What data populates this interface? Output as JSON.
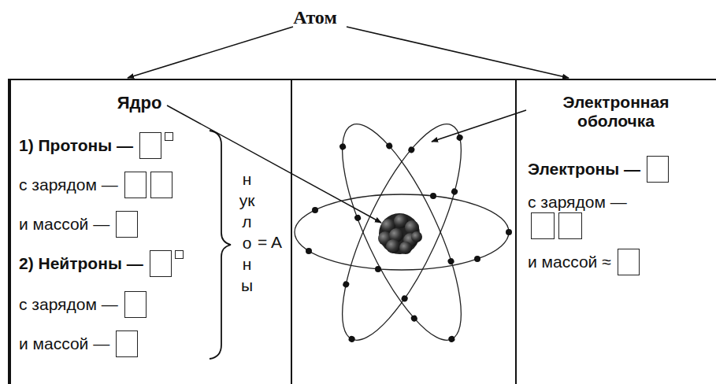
{
  "diagram": {
    "title": "Атом",
    "nodes": [
      {
        "text": [
          "Ядро",
          "1) Протоны —",
          "с зарядом —",
          "и массой —",
          "2) Нейтроны —",
          "с зарядом —",
          "и массой —",
          "нуклоны",
          "= A"
        ]
      },
      {
        "text": [
          "Электронная оболочка",
          "Электроны —",
          "с зарядом —",
          "и массой ≈"
        ]
      }
    ]
  }
}
